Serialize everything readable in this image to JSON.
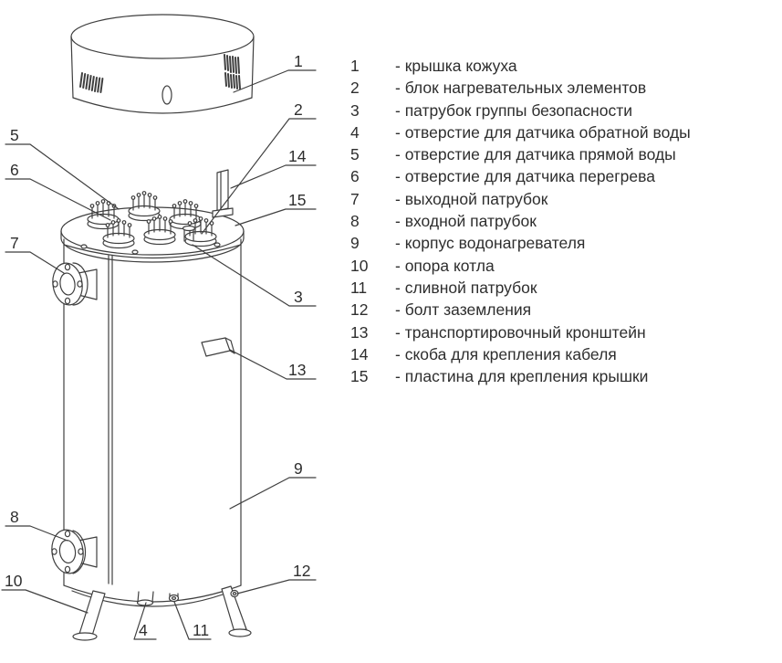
{
  "colors": {
    "stroke": "#3f3f3f",
    "ink": "#2e2e2e",
    "background": "#ffffff"
  },
  "legend": {
    "items": [
      {
        "num": "1",
        "text": "- крышка кожуха"
      },
      {
        "num": "2",
        "text": "- блок нагревательных элементов"
      },
      {
        "num": "3",
        "text": "- патрубок группы безопасности"
      },
      {
        "num": "4",
        "text": "- отверстие для датчика обратной воды"
      },
      {
        "num": "5",
        "text": "- отверстие для датчика прямой воды"
      },
      {
        "num": "6",
        "text": "- отверстие для датчика перегрева"
      },
      {
        "num": "7",
        "text": "- выходной патрубок"
      },
      {
        "num": "8",
        "text": "- входной патрубок"
      },
      {
        "num": "9",
        "text": "- корпус водонагревателя"
      },
      {
        "num": "10",
        "text": "- опора котла"
      },
      {
        "num": "11",
        "text": "- сливной патрубок"
      },
      {
        "num": "12",
        "text": "- болт заземления"
      },
      {
        "num": "13",
        "text": "- транспортировочный кронштейн"
      },
      {
        "num": "14",
        "text": "- скоба для крепления кабеля"
      },
      {
        "num": "15",
        "text": "- пластина для крепления крышки"
      }
    ]
  }
}
